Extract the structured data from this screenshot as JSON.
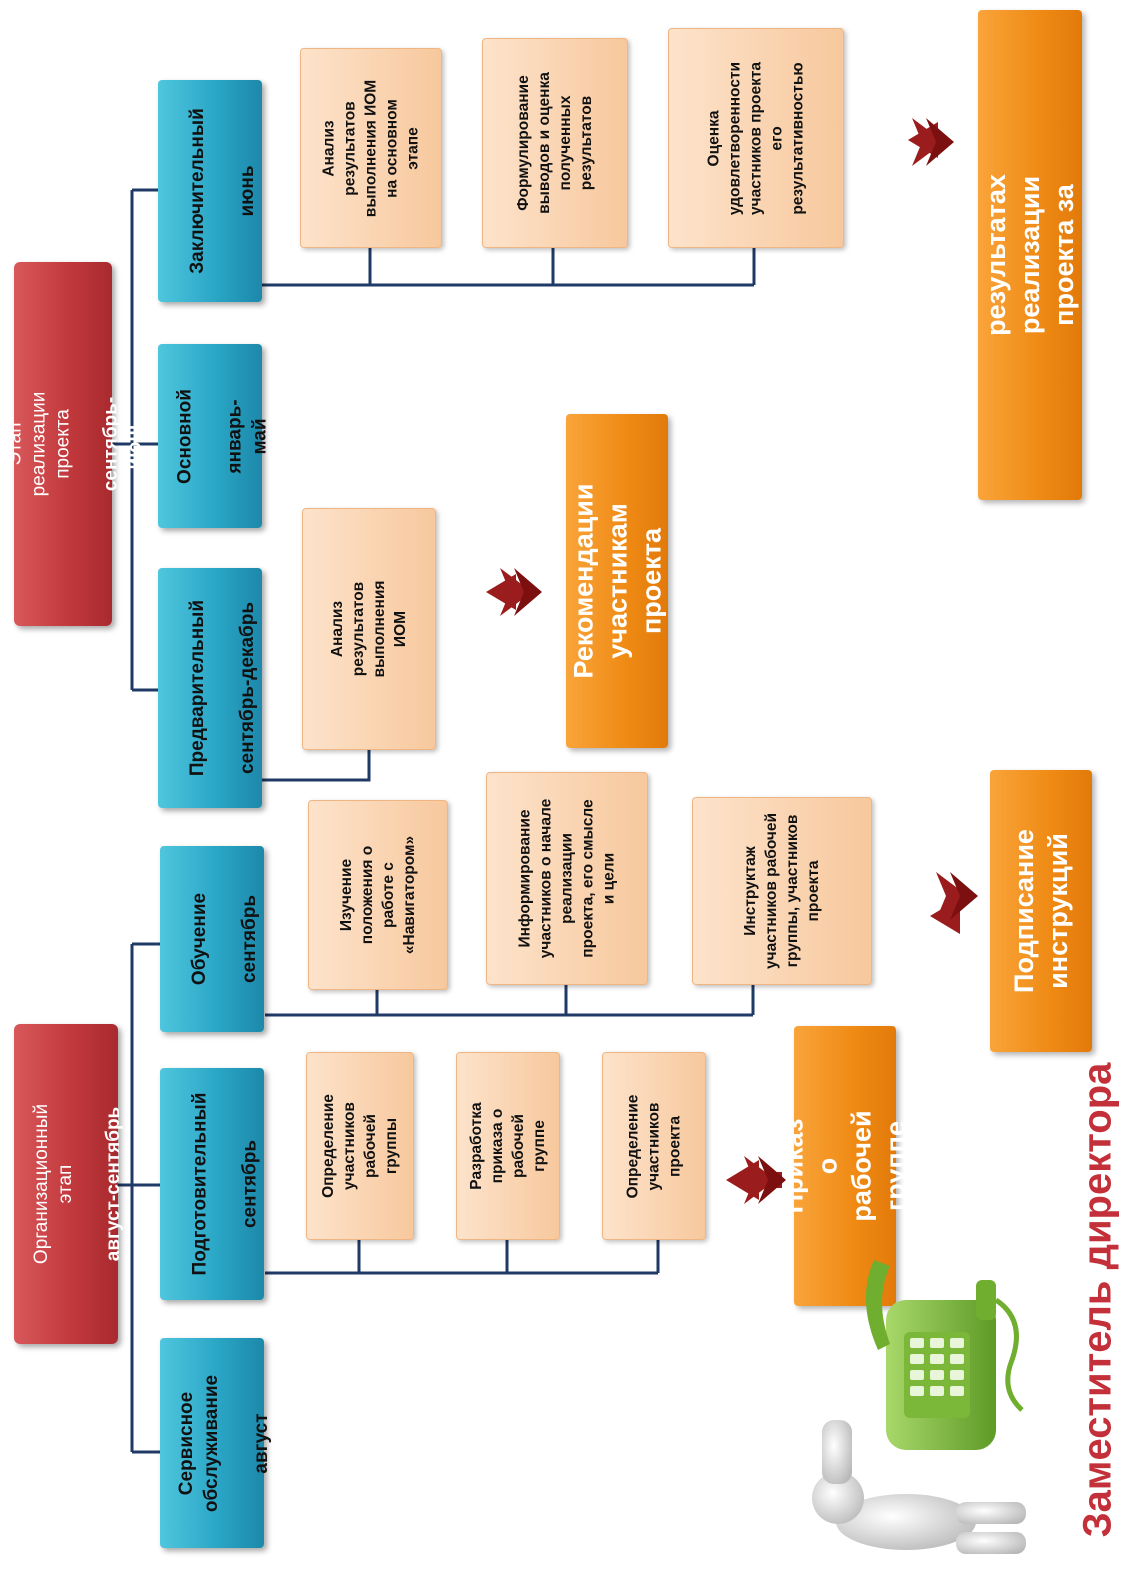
{
  "colors": {
    "stage_header": "#c2393d",
    "phase": "#2aa6c6",
    "task": "#f7c89d",
    "result": "#ef8a14",
    "connector": "#1f3a66",
    "arrow": "#9b1c1c",
    "caption": "#c3303a"
  },
  "stages": [
    {
      "title": "Организационный этап",
      "period": "август-сентябрь"
    },
    {
      "title": "Этап реализации проекта",
      "period": "сентябрь-июнь"
    }
  ],
  "phases": [
    {
      "name": "Сервисное обслуживание",
      "month": "август"
    },
    {
      "name": "Подготовительный",
      "month": "сентябрь"
    },
    {
      "name": "Обучение",
      "month": "сентябрь"
    },
    {
      "name": "Предварительный",
      "month": "сентябрь-декабрь"
    },
    {
      "name": "Основной",
      "month": "январь-май"
    },
    {
      "name": "Заключительный",
      "month": "июнь"
    }
  ],
  "tasks": {
    "preparatory": [
      "Определение участников рабочей группы",
      "Разработка приказа о рабочей группе",
      "Определение участников проекта"
    ],
    "training": [
      "Изучение положения о работе с «Навигатором»",
      "Информирование участников о начале реализации проекта, его смысле и цели",
      "Инструктаж участников рабочей группы, участников проекта"
    ],
    "preliminary": [
      "Анализ результатов выполнения ИОМ"
    ],
    "final": [
      "Анализ результатов выполнения ИОМ на основном этапе",
      "Формулирование выводов и оценка полученных результатов",
      "Оценка удовлетворенности участников проекта его результативностью"
    ]
  },
  "results": {
    "preparatory": "Приказ о рабочей группе",
    "training": "Подписание инструкций",
    "preliminary": "Рекомендации участникам проекта",
    "final": "Отчет о результатах реализации проекта  за год"
  },
  "responsible": "Заместитель директора",
  "illustration": "person-with-telephone"
}
